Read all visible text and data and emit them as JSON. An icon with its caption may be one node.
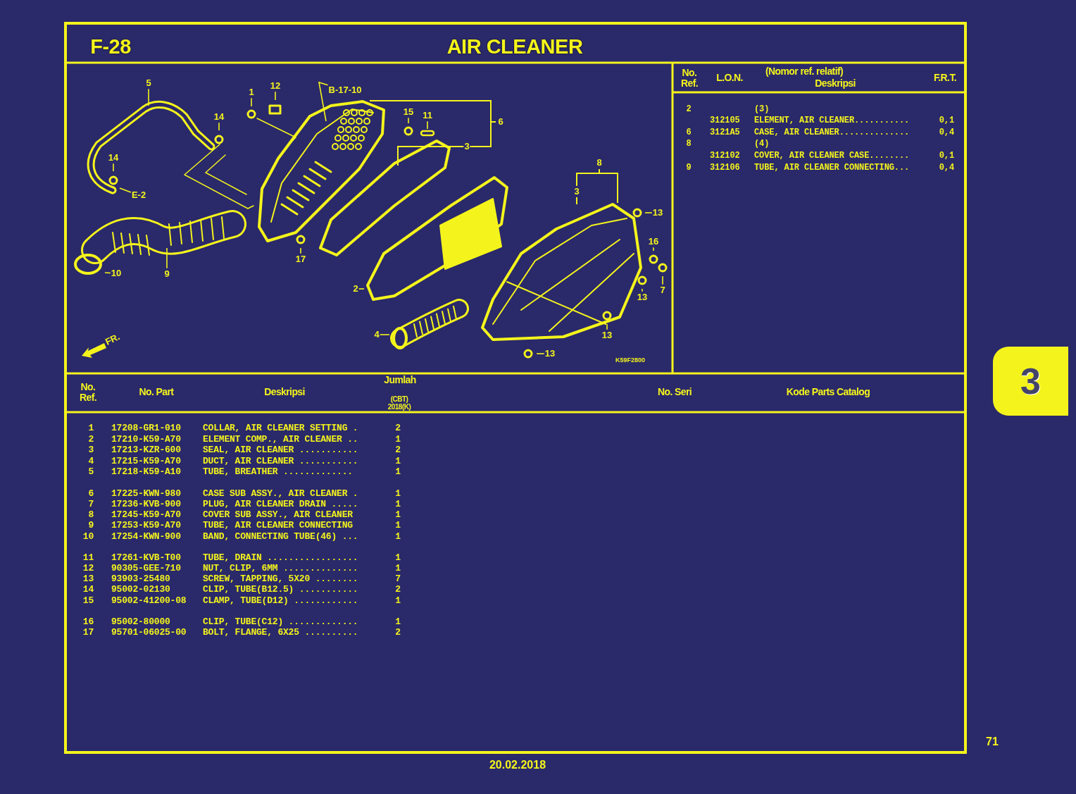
{
  "diagram": {
    "title": "AIR CLEANER",
    "nodes": [
      {
        "text": [
          "5"
        ]
      },
      {
        "text": [
          "12"
        ]
      },
      {
        "text": [
          "1"
        ]
      },
      {
        "text": [
          "B-17-10"
        ]
      },
      {
        "text": [
          "15"
        ]
      },
      {
        "text": [
          "11"
        ]
      },
      {
        "text": [
          "14"
        ]
      },
      {
        "text": [
          "14"
        ]
      },
      {
        "text": [
          "E-2"
        ]
      },
      {
        "text": [
          "13"
        ]
      },
      {
        "text": [
          "17"
        ]
      },
      {
        "text": [
          "16"
        ]
      },
      {
        "text": [
          "10"
        ]
      },
      {
        "text": [
          "9"
        ]
      },
      {
        "text": [
          "2"
        ]
      },
      {
        "text": [
          "7"
        ]
      },
      {
        "text": [
          "13"
        ]
      },
      {
        "text": [
          "4"
        ]
      },
      {
        "text": [
          "13"
        ]
      },
      {
        "text": [
          "13"
        ]
      }
    ],
    "edges": [
      {
        "from": 0,
        "to": null,
        "arrow": "none"
      },
      {
        "from": 1,
        "to": null,
        "arrow": "none"
      },
      {
        "from": 2,
        "to": null,
        "arrow": "none"
      },
      {
        "from": 3,
        "to": null,
        "arrow": "none"
      },
      {
        "from": 4,
        "to": null,
        "arrow": "none"
      },
      {
        "from": 5,
        "to": null,
        "arrow": "none"
      },
      {
        "from": 6,
        "to": null,
        "arrow": "none"
      },
      {
        "from": 7,
        "to": null,
        "arrow": "none"
      },
      {
        "from": 8,
        "to": null,
        "arrow": "none"
      },
      {
        "from": 9,
        "to": null,
        "arrow": "none"
      },
      {
        "from": 10,
        "to": null,
        "arrow": "none"
      },
      {
        "from": 11,
        "to": null,
        "arrow": "none"
      },
      {
        "from": 12,
        "to": null,
        "arrow": "none"
      },
      {
        "from": 13,
        "to": null,
        "arrow": "none"
      },
      {
        "from": 14,
        "to": null,
        "arrow": "none"
      },
      {
        "from": 15,
        "to": null,
        "arrow": "none"
      },
      {
        "from": 16,
        "to": null,
        "arrow": "none"
      },
      {
        "from": 17,
        "to": null,
        "arrow": "none"
      },
      {
        "from": 18,
        "to": null,
        "arrow": "none"
      },
      {
        "from": 19,
        "to": null,
        "arrow": "none"
      }
    ],
    "labels": [
      "F-28",
      "No. Ref.",
      "L.O.N.",
      "(Nomor ref. relatif)",
      "Deskripsi",
      "F.R.T.",
      "2",
      "(3)",
      "312105",
      "ELEMENT, AIR CLEANER...........",
      "0,1",
      "6",
      "3121A5",
      "CASE, AIR CLEANER..............",
      "0,4",
      "8",
      "(4)",
      "312102",
      "COVER, AIR CLEANER CASE........",
      "0,1",
      "9",
      "312106",
      "TUBE, AIR CLEANER CONNECTING...",
      "0,4",
      "6",
      "3",
      "8",
      "3",
      "K59F2800",
      "FR.",
      "No. Ref.",
      "No. Part",
      "Deskripsi",
      "Jumlah",
      "(CBT)",
      "2018(K)",
      "No. Seri",
      "Kode Parts Catalog",
      "1",
      "17208-GR1-010",
      "COLLAR, AIR CLEANER SETTING .",
      "2",
      "2",
      "17210-K59-A70",
      "ELEMENT COMP., AIR CLEANER ..",
      "1",
      "3",
      "17213-KZR-600",
      "SEAL, AIR CLEANER ...........",
      "2",
      "4",
      "17215-K59-A70",
      "DUCT, AIR CLEANER ...........",
      "1",
      "5",
      "17218-K59-A10",
      "TUBE, BREATHER .............",
      "1",
      "6",
      "17225-KWN-980",
      "CASE SUB ASSY., AIR CLEANER .",
      "1",
      "7",
      "17236-KVB-900",
      "PLUG, AIR CLEANER DRAIN .....",
      "1",
      "8",
      "17245-K59-A70",
      "COVER SUB ASSY., AIR CLEANER",
      "1",
      "9",
      "17253-K59-A70",
      "TUBE, AIR CLEANER CONNECTING",
      "1",
      "10",
      "17254-KWN-900",
      "BAND, CONNECTING TUBE(46) ...",
      "1",
      "11",
      "17261-KVB-T00",
      "TUBE, DRAIN .................",
      "1",
      "12",
      "90305-GEE-710",
      "NUT, CLIP, 6MM ..............",
      "1",
      "13",
      "93903-25480",
      "SCREW, TAPPING, 5X20 ........",
      "7",
      "14",
      "95002-02130",
      "CLIP, TUBE(B12.5) ...........",
      "2",
      "15",
      "95002-41200-08",
      "CLAMP, TUBE(D12) ............",
      "1",
      "16",
      "95002-80000",
      "CLIP, TUBE(C12) .............",
      "1",
      "17",
      "95701-06025-00",
      "BOLT, FLANGE, 6X25 ..........",
      "2",
      "3",
      "71",
      "20.02.2018"
    ]
  }
}
